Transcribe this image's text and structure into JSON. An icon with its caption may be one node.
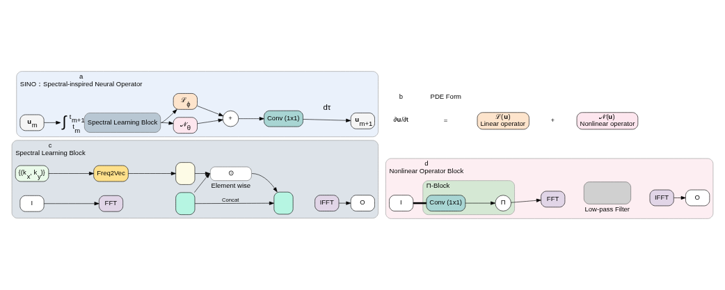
{
  "diagram": {
    "nodes": [
      {
        "text": [
          "a",
          "SINO：Spectral-inspired Neural Operator"
        ]
      },
      {
        "text": [
          "**u**$_{m}$"
        ],
        "in": 0
      },
      {
        "text": [
          "Spectral Learning Block"
        ],
        "in": 0,
        "beside": [
          "∫",
          "t$_{m+1}$",
          "t$_{m}$"
        ]
      },
      {
        "text": [
          "𝒩$_{θ}$"
        ],
        "in": 0
      },
      {
        "text": [
          "ℒ$_{ϕ}$"
        ],
        "in": 0
      },
      {
        "text": [
          "+"
        ],
        "in": 0
      },
      {
        "text": [
          "Conv (1x1)"
        ],
        "in": 0
      },
      {
        "text": [
          "**u**$_{m+1}$"
        ],
        "in": 0
      },
      {
        "text": [
          "ℒ(**u**)",
          "Linear operator"
        ]
      },
      {
        "text": [
          "𝒩(**u**)",
          "Nonlinear operator"
        ]
      },
      {
        "text": [
          "c",
          "Spectral Learning Block"
        ]
      },
      {
        "text": [
          "{(k$_{x}$, k$_{y}$)}"
        ],
        "in": 10
      },
      {
        "text": [
          "Freq2Vec"
        ],
        "in": 10
      },
      {
        "text": [],
        "shape": "box",
        "in": 10
      },
      {
        "text": [
          "I"
        ],
        "in": 10
      },
      {
        "text": [
          "FFT"
        ],
        "in": 10
      },
      {
        "text": [],
        "shape": "box",
        "in": 10
      },
      {
        "text": [
          "⊙"
        ],
        "in": 10,
        "beside": [
          "Element wise"
        ]
      },
      {
        "text": [],
        "shape": "box",
        "in": 10
      },
      {
        "text": [
          "IFFT"
        ],
        "in": 10
      },
      {
        "text": [
          "O"
        ],
        "in": 10
      },
      {
        "text": [
          "d",
          "Nonlinear Operator Block"
        ]
      },
      {
        "text": [
          "Π-Block"
        ],
        "in": 21
      },
      {
        "text": [
          "I"
        ],
        "in": 21
      },
      {
        "text": [
          "Conv (1x1)"
        ],
        "in": 22
      },
      {
        "text": [
          "Π"
        ],
        "in": 22
      },
      {
        "text": [
          "FFT"
        ],
        "in": 21
      },
      {
        "text": [],
        "shape": "box",
        "in": 21,
        "beside": [
          "Low-pass Filter"
        ]
      },
      {
        "text": [
          "IFFT"
        ],
        "in": 21
      },
      {
        "text": [
          "O"
        ],
        "in": 21
      }
    ],
    "edges": [
      {
        "from": 1,
        "to": 2,
        "arrow": "to"
      },
      {
        "from": 2,
        "to": 3,
        "arrow": "to"
      },
      {
        "from": 2,
        "to": 4,
        "arrow": "to"
      },
      {
        "from": 3,
        "to": 5,
        "arrow": "to"
      },
      {
        "from": 4,
        "to": 5,
        "arrow": "to"
      },
      {
        "from": 5,
        "to": 6,
        "arrow": "to"
      },
      {
        "from": 6,
        "to": 7,
        "arrow": "to"
      },
      {
        "from": 11,
        "to": 12,
        "arrow": "to"
      },
      {
        "from": 12,
        "to": 13,
        "arrow": "to"
      },
      {
        "from": 13,
        "to": 17,
        "arrow": "to"
      },
      {
        "from": 14,
        "to": 15,
        "arrow": "to"
      },
      {
        "from": 16,
        "to": 17,
        "arrow": "to"
      },
      {
        "from": 16,
        "to": 18,
        "label": "Concat",
        "arrow": "to"
      },
      {
        "from": 17,
        "to": 18,
        "arrow": "to"
      },
      {
        "from": 19,
        "to": 20,
        "arrow": "to"
      },
      {
        "from": 23,
        "to": 24,
        "arrow": "none",
        "style": "thick"
      },
      {
        "from": 24,
        "to": 25,
        "arrow": "to"
      },
      {
        "from": 25,
        "to": 26,
        "arrow": "to"
      },
      {
        "from": 28,
        "to": 29,
        "arrow": "to"
      }
    ],
    "labels": [
      "dτ",
      "b",
      "PDE Form",
      "∂**u**/∂t",
      "=",
      "+"
    ]
  }
}
